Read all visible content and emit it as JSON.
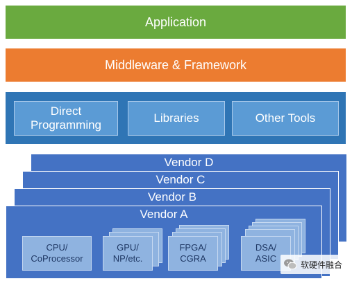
{
  "layers": {
    "application": "Application",
    "middleware": "Middleware & Framework",
    "tools": [
      "Direct\nProgramming",
      "Libraries",
      "Other Tools"
    ]
  },
  "vendors": [
    "Vendor D",
    "Vendor C",
    "Vendor B",
    "Vendor A"
  ],
  "hardware": [
    "CPU/\nCoProcessor",
    "GPU/\nNP/etc.",
    "FPGA/\nCGRA",
    "DSA/\nASIC"
  ],
  "watermark": "软硬件融合",
  "colors": {
    "application": "#6aaa3f",
    "middleware": "#ec7c30",
    "tools_layer": "#2f75b5",
    "tool_box": "#5b9bd5",
    "vendor": "#4472c4",
    "hardware_box": "#8fb3e0"
  },
  "icons": {
    "watermark": "wechat-icon"
  }
}
